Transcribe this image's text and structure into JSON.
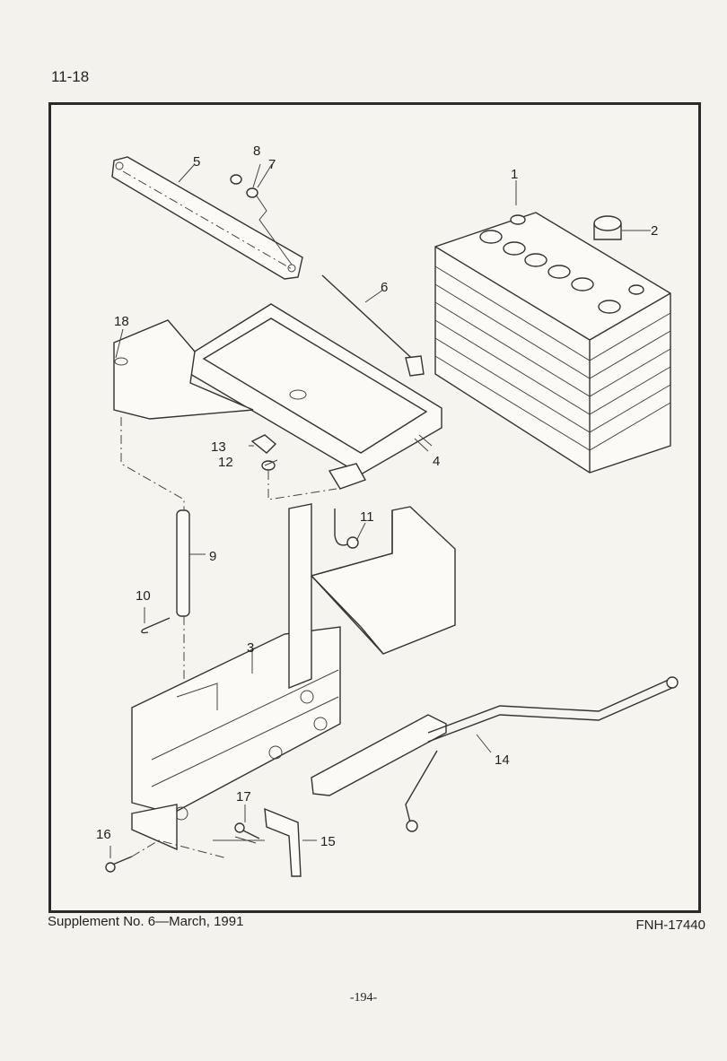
{
  "header": {
    "page_number": "11-18"
  },
  "figure": {
    "callouts": [
      "1",
      "2",
      "3",
      "4",
      "5",
      "6",
      "7",
      "8",
      "9",
      "10",
      "11",
      "12",
      "13",
      "14",
      "15",
      "16",
      "17",
      "18"
    ]
  },
  "footer": {
    "supplement": "Supplement  No. 6—March,  1991",
    "document_code": "FNH-17440",
    "folio": "-194-"
  }
}
